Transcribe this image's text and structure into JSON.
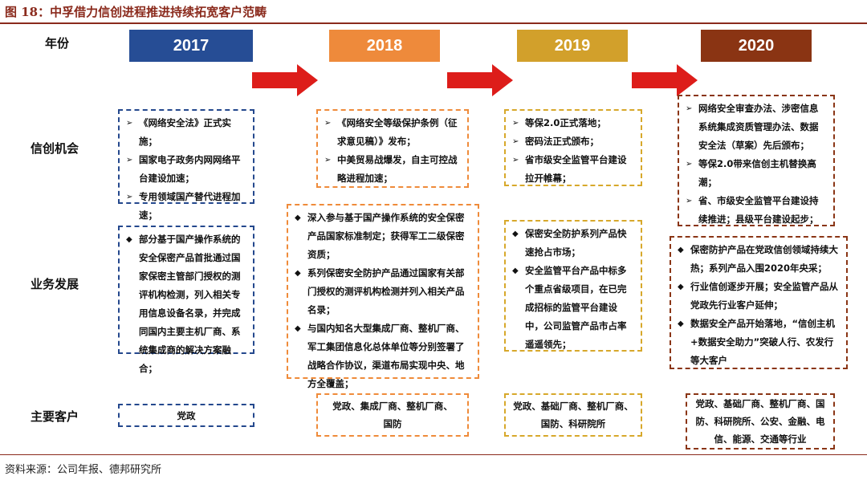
{
  "title": "图 18：中孚借力信创进程推进持续拓宽客户范畴",
  "source": "资料来源：公司年报、德邦研究所",
  "row_labels": {
    "year": "年份",
    "opportunity": "信创机会",
    "business": "业务发展",
    "customers": "主要客户"
  },
  "years": [
    {
      "label": "2017",
      "color": "#264d95"
    },
    {
      "label": "2018",
      "color": "#ee8a3b"
    },
    {
      "label": "2019",
      "color": "#d2a02b"
    },
    {
      "label": "2020",
      "color": "#8a3413"
    }
  ],
  "arrow_color": "#dd1d1a",
  "marker_opportunity": "➢",
  "marker_business": "◆",
  "opportunity": [
    [
      "《网络安全法》正式实施；",
      "国家电子政务内网网络平台建设加速；",
      "专用领域国产替代进程加速；"
    ],
    [
      "《网络安全等级保护条例（征求意见稿）》发布；",
      "中美贸易战爆发，自主可控战略进程加速；"
    ],
    [
      "等保2.0正式落地；",
      "密码法正式颁布；",
      "省市级安全监管平台建设拉开帷幕；"
    ],
    [
      "网络安全审查办法、涉密信息系统集成资质管理办法、数据安全法（草案）先后颁布；",
      "等保2.0带来信创主机替换高潮；",
      "省、市级安全监管平台建设持续推进；县级平台建设起步；"
    ]
  ],
  "business": [
    [
      "部分基于国产操作系统的安全保密产品首批通过国家保密主管部门授权的测评机构检测，列入相关专用信息设备名录，并完成同国内主要主机厂商、系统集成商的解决方案融合；"
    ],
    [
      "深入参与基于国产操作系统的安全保密产品国家标准制定；获得军工二级保密资质；",
      "系列保密安全防护产品通过国家有关部门授权的测评机构检测并列入相关产品名录；",
      "与国内知名大型集成厂商、整机厂商、军工集团信息化总体单位等分别签署了战略合作协议，渠道布局实现中央、地方全覆盖；"
    ],
    [
      "保密安全防护系列产品快速抢占市场；",
      "安全监管平台产品中标多个重点省级项目，在已完成招标的监管平台建设中，公司监管产品市占率遥遥领先；"
    ],
    [
      "保密防护产品在党政信创领域持续大热；系列产品入围2020年央采；",
      "行业信创逐步开展；安全监管产品从党政先行业客户延伸；",
      "数据安全产品开始落地，“信创主机+数据安全助力”突破人行、农发行等大客户"
    ]
  ],
  "customers": [
    [
      "党政"
    ],
    [
      "党政、集成厂商、整机厂商、",
      "国防"
    ],
    [
      "党政、基础厂商、整机厂商、",
      "国防、科研院所"
    ],
    [
      "党政、基础厂商、整机厂商、国",
      "防、科研院所、公安、金融、电",
      "信、能源、交通等行业"
    ]
  ]
}
